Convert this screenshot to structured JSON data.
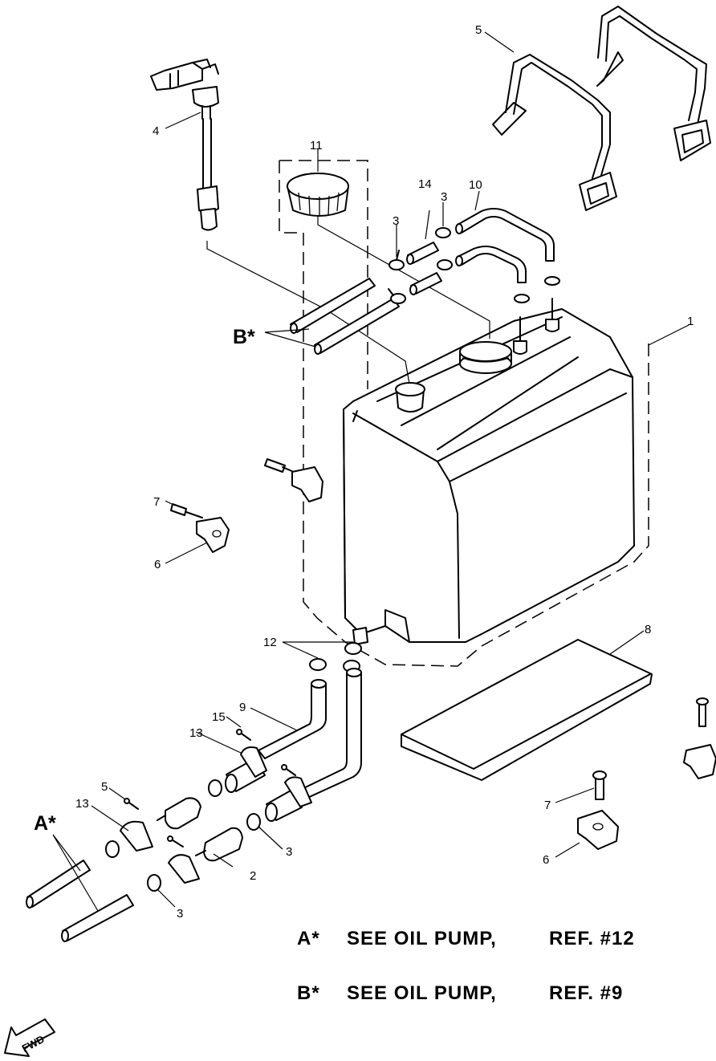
{
  "callouts": {
    "n1": "1",
    "n2": "2",
    "n3a": "3",
    "n3b": "3",
    "n3c": "3",
    "n3d": "3",
    "n4": "4",
    "n5a": "5",
    "n5b": "5",
    "n6a": "6",
    "n6b": "6",
    "n7a": "7",
    "n7b": "7",
    "n8": "8",
    "n9": "9",
    "n10": "10",
    "n11": "11",
    "n12": "12",
    "n13a": "13",
    "n13b": "13",
    "n14": "14",
    "n15": "15"
  },
  "refs": {
    "a": "A*",
    "b": "B*"
  },
  "notes": [
    {
      "key": "A*",
      "text": "SEE OIL PUMP,",
      "ref": "REF. #12"
    },
    {
      "key": "B*",
      "text": "SEE OIL PUMP,",
      "ref": "REF. #9"
    }
  ],
  "fwd_label": "FWD"
}
